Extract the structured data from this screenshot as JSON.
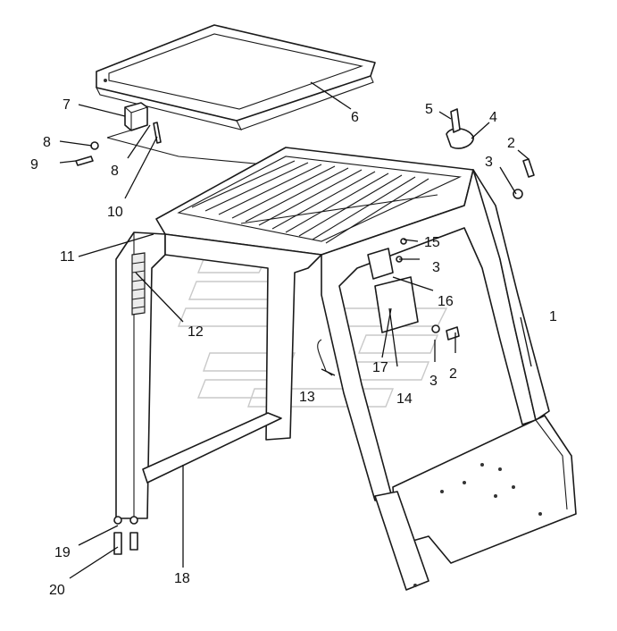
{
  "labels": {
    "l1": "1",
    "l2a": "2",
    "l2b": "2",
    "l3a": "3",
    "l3b": "3",
    "l3c": "3",
    "l4": "4",
    "l5": "5",
    "l6": "6",
    "l7": "7",
    "l8a": "8",
    "l8b": "8",
    "l9": "9",
    "l10": "10",
    "l11": "11",
    "l12": "12",
    "l13": "13",
    "l14": "14",
    "l15": "15",
    "l16": "16",
    "l17": "17",
    "l18": "18",
    "l19": "19",
    "l20": "20"
  }
}
